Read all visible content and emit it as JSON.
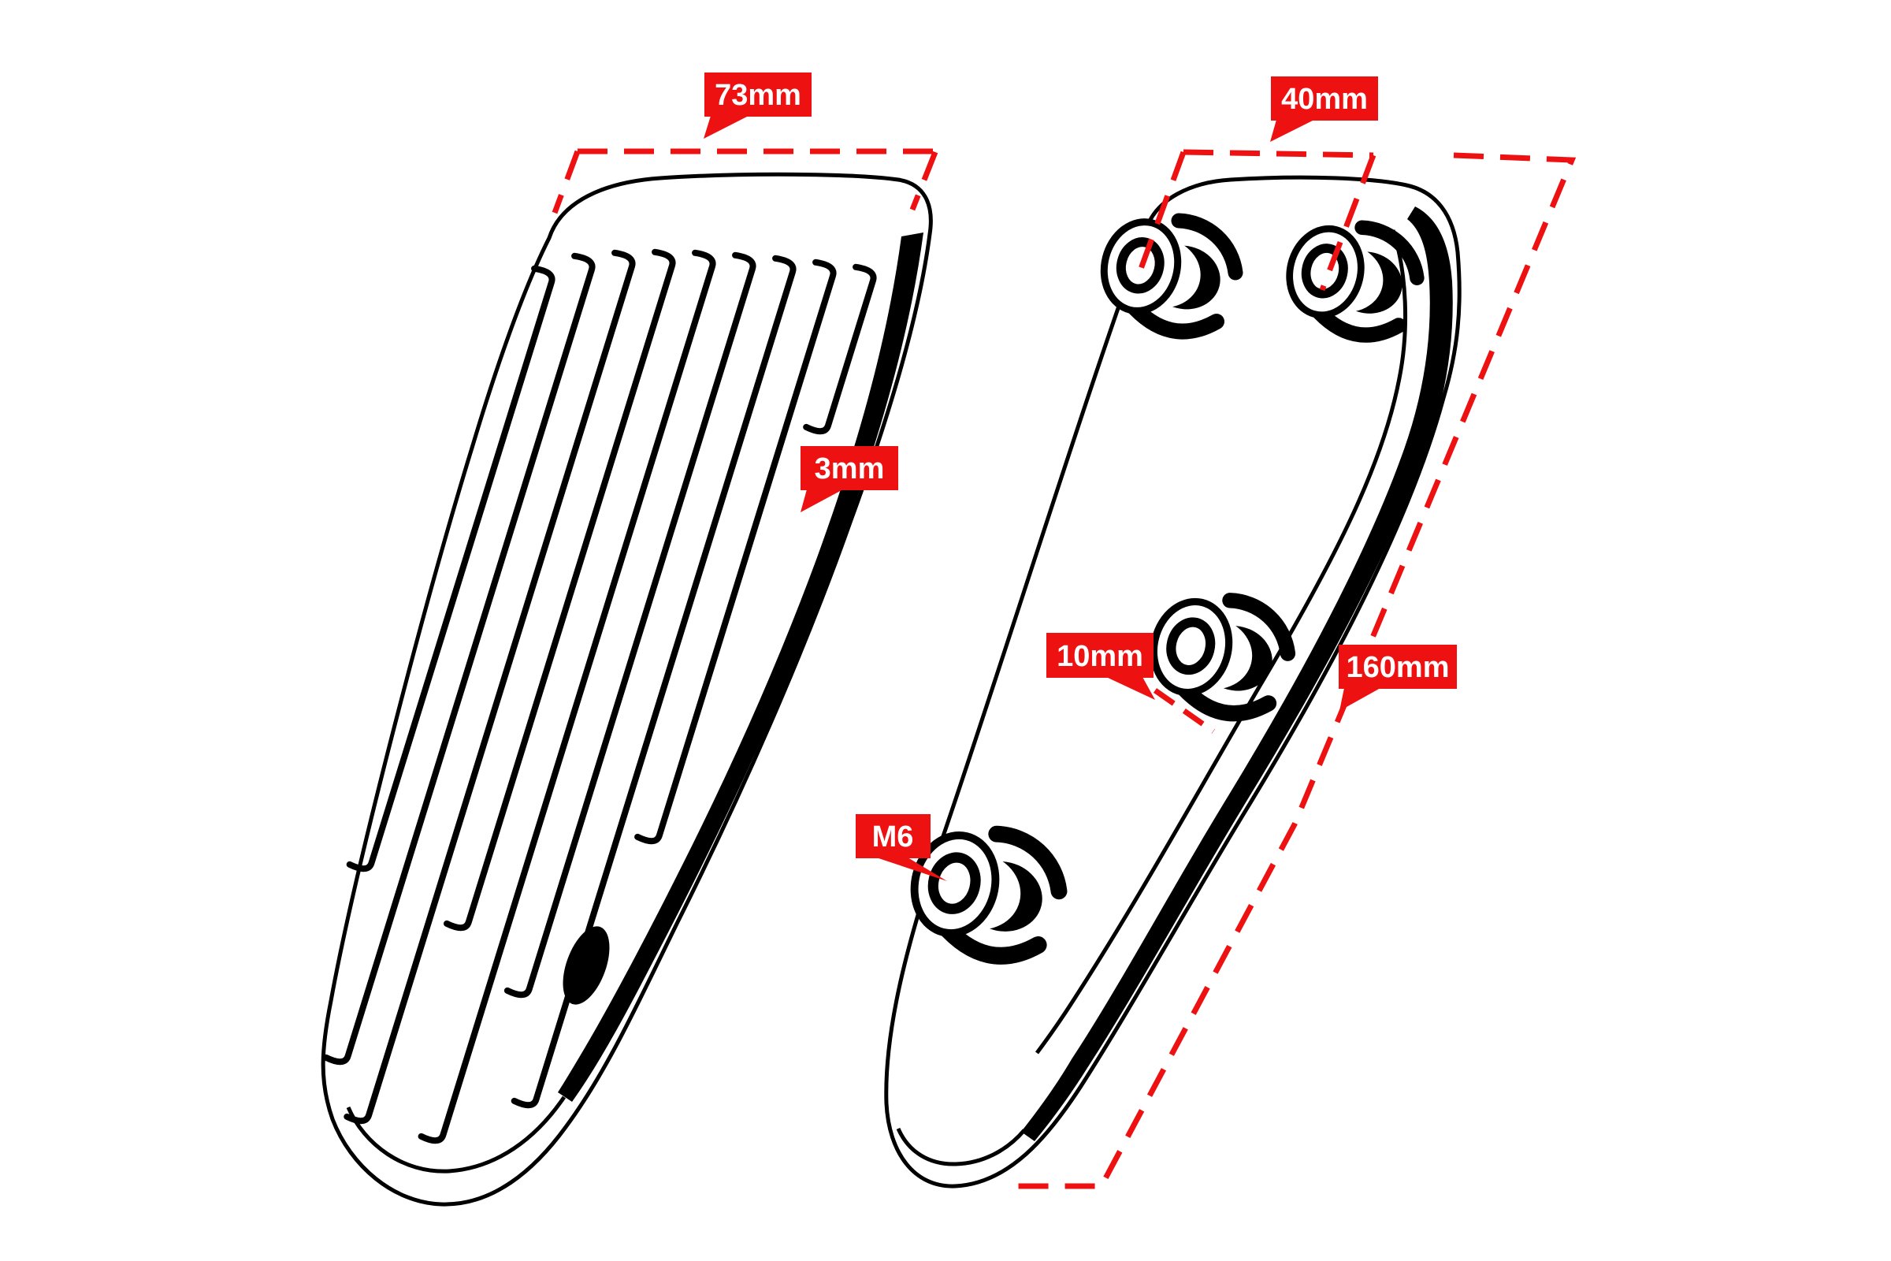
{
  "colors": {
    "annotation_red": "#ee1111",
    "ink": "#000000",
    "background": "#ffffff",
    "label_text": "#ffffff"
  },
  "front_view": {
    "width_label": "73mm",
    "thickness_label": "3mm"
  },
  "back_view": {
    "bolt_spacing_label": "40mm",
    "spacer_height_label": "10mm",
    "length_label": "160mm",
    "thread_label": "M6"
  }
}
